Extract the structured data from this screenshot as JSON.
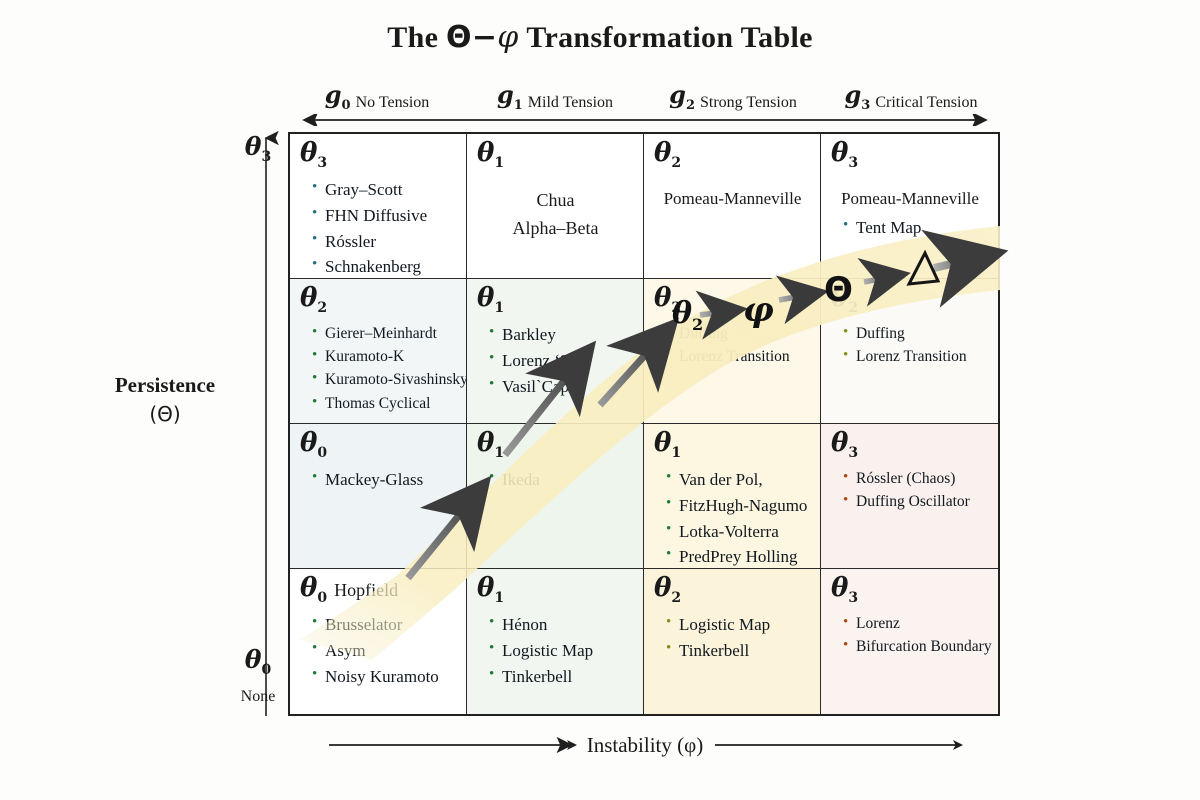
{
  "title": {
    "prefix": "The ",
    "sym1": "Θ",
    "dash": "−",
    "sym2": "φ",
    "suffix": " Transformation Table"
  },
  "columns": [
    {
      "sym": "g",
      "sub": "0",
      "label": "No Tension"
    },
    {
      "sym": "g",
      "sub": "1",
      "label": "Mild Tension"
    },
    {
      "sym": "g",
      "sub": "2",
      "label": "Strong Tension"
    },
    {
      "sym": "g",
      "sub": "3",
      "label": "Critical Tension"
    }
  ],
  "yaxis": {
    "top_sym": "θ",
    "top_sub": "3",
    "bottom_sym": "θ",
    "bottom_sub": "0",
    "bottom_label": "None",
    "title_line1": "Persistence",
    "title_line2": "(Θ)"
  },
  "xaxis": {
    "title": "Instability (φ)"
  },
  "band": {
    "symbols": [
      "θ₂",
      "φ",
      "Θ",
      "Δ"
    ]
  },
  "grid": {
    "rows": [
      {
        "cells": [
          {
            "theta": "θ",
            "sub": "3",
            "inline": "",
            "text": "",
            "items": [
              "Gray–Scott",
              "FHN Diffusive",
              "Róssler",
              "Schnakenberg"
            ],
            "bullet": "blue",
            "tint": "white"
          },
          {
            "theta": "θ",
            "sub": "1",
            "inline": "",
            "text": "Chua\nAlpha–Beta",
            "items": [],
            "bullet": "",
            "tint": "white"
          },
          {
            "theta": "θ",
            "sub": "2",
            "inline": "",
            "text": "Pomeau-Manneville",
            "items": [],
            "bullet": "",
            "tint": "white"
          },
          {
            "theta": "θ",
            "sub": "3",
            "inline": "",
            "text": "Pomeau-Manneville",
            "items": [
              "Tent Map"
            ],
            "bullet": "blue",
            "tint": "white"
          }
        ]
      },
      {
        "cells": [
          {
            "theta": "θ",
            "sub": "2",
            "inline": "",
            "text": "",
            "items": [
              "Gierer–Meinhardt",
              "Kuramoto-K",
              "Kuramoto-Sivashinsky",
              "Thomas Cyclical"
            ],
            "bullet": "green",
            "tint": "bluegray"
          },
          {
            "theta": "θ",
            "sub": "1",
            "inline": "",
            "text": "",
            "items": [
              "Barkley",
              "Lorenz ʻ96",
              "Vasil`Cap"
            ],
            "bullet": "green",
            "tint": "mint"
          },
          {
            "theta": "θ",
            "sub": "2",
            "inline": "",
            "text": "",
            "items": [
              "Duffing",
              "Lorenz Transition"
            ],
            "bullet": "olive",
            "tint": "cream3"
          },
          {
            "theta": "θ",
            "sub": "2",
            "inline": "",
            "text": "",
            "items": [
              "Duffing",
              "Lorenz Transition"
            ],
            "bullet": "olive",
            "tint": "offwhite"
          }
        ]
      },
      {
        "cells": [
          {
            "theta": "θ",
            "sub": "0",
            "inline": "",
            "text": "",
            "items": [
              "Mackey-Glass"
            ],
            "bullet": "green",
            "tint": "bluegray2"
          },
          {
            "theta": "θ",
            "sub": "1",
            "inline": "",
            "text": "",
            "items": [
              "Ikeda"
            ],
            "bullet": "green",
            "tint": "mint2"
          },
          {
            "theta": "θ",
            "sub": "1",
            "inline": "",
            "text": "",
            "items": [
              "Van der Pol,",
              "FitzHugh-Nagumo",
              "Lotka-Volterra",
              "PredPrey Holling"
            ],
            "bullet": "green",
            "tint": "cream"
          },
          {
            "theta": "θ",
            "sub": "3",
            "inline": "",
            "text": "",
            "items": [
              "Róssler (Chaos)",
              "Duffing Oscillator"
            ],
            "bullet": "rust",
            "tint": "pink"
          }
        ]
      },
      {
        "cells": [
          {
            "theta": "θ",
            "sub": "0",
            "inline": "Hopfield",
            "text": "",
            "items": [
              "Brusselator",
              "Asym",
              "Noisy Kuramoto"
            ],
            "bullet": "green",
            "tint": "white"
          },
          {
            "theta": "θ",
            "sub": "1",
            "inline": "",
            "text": "",
            "items": [
              "Hénon",
              "Logistic Map",
              "Tinkerbell"
            ],
            "bullet": "green",
            "tint": "mint"
          },
          {
            "theta": "θ",
            "sub": "2",
            "inline": "",
            "text": "",
            "items": [
              "Logistic Map",
              "Tinkerbell"
            ],
            "bullet": "olive",
            "tint": "cream2"
          },
          {
            "theta": "θ",
            "sub": "3",
            "inline": "",
            "text": "",
            "items": [
              "Lorenz",
              "Bifurcation Boundary"
            ],
            "bullet": "rust",
            "tint": "pink2"
          }
        ]
      }
    ]
  },
  "colors": {
    "border": "#222222",
    "band": "#f7edc0",
    "arrow": "#4a4a4a",
    "blue_bullet": "#24707f",
    "green_bullet": "#1f7a35",
    "olive_bullet": "#8a8b17",
    "rust_bullet": "#a9480f"
  }
}
